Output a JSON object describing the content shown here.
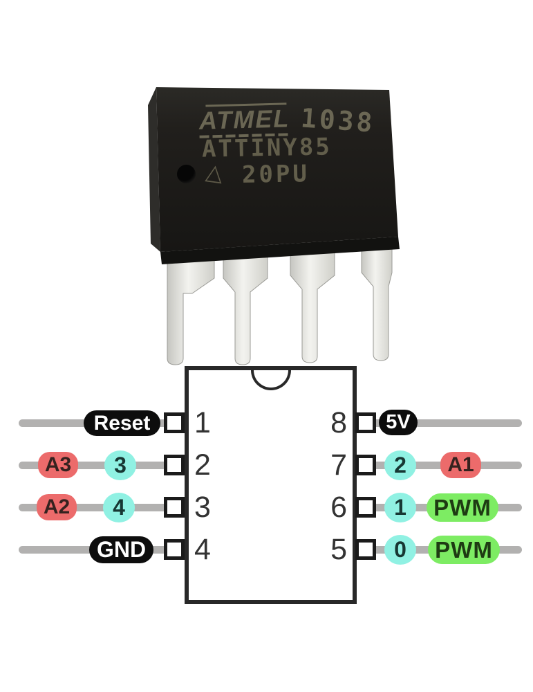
{
  "page": {
    "background": "#ffffff"
  },
  "chip_photo": {
    "brand": "ATMEL",
    "date_code": "1038",
    "part_number": "ATTINY85",
    "package_code": "20PU",
    "orientation_triangle": "△",
    "body_color": "#201f1c",
    "marking_color": "#6b6754",
    "leg_color": "#dededa"
  },
  "pinout": {
    "ic_outline_color": "#282828",
    "wire_color": "#b2b1b0",
    "label_colors": {
      "power": "#0d0d0d",
      "analog": "#ec6b6b",
      "digital": "#90f1e3",
      "pwm": "#7dec63"
    },
    "rows": [
      {
        "left_pin": "1",
        "right_pin": "8",
        "left_labels": [
          {
            "text": "Reset",
            "type": "power"
          }
        ],
        "right_labels": [
          {
            "text": "5V",
            "type": "power"
          }
        ]
      },
      {
        "left_pin": "2",
        "right_pin": "7",
        "left_labels": [
          {
            "text": "A3",
            "type": "analog"
          },
          {
            "text": "3",
            "type": "digital"
          }
        ],
        "right_labels": [
          {
            "text": "2",
            "type": "digital"
          },
          {
            "text": "A1",
            "type": "analog"
          }
        ]
      },
      {
        "left_pin": "3",
        "right_pin": "6",
        "left_labels": [
          {
            "text": "A2",
            "type": "analog"
          },
          {
            "text": "4",
            "type": "digital"
          }
        ],
        "right_labels": [
          {
            "text": "1",
            "type": "digital"
          },
          {
            "text": "PWM",
            "type": "pwm"
          }
        ]
      },
      {
        "left_pin": "4",
        "right_pin": "5",
        "left_labels": [
          {
            "text": "GND",
            "type": "power"
          }
        ],
        "right_labels": [
          {
            "text": "0",
            "type": "digital"
          },
          {
            "text": "PWM",
            "type": "pwm"
          }
        ]
      }
    ]
  }
}
